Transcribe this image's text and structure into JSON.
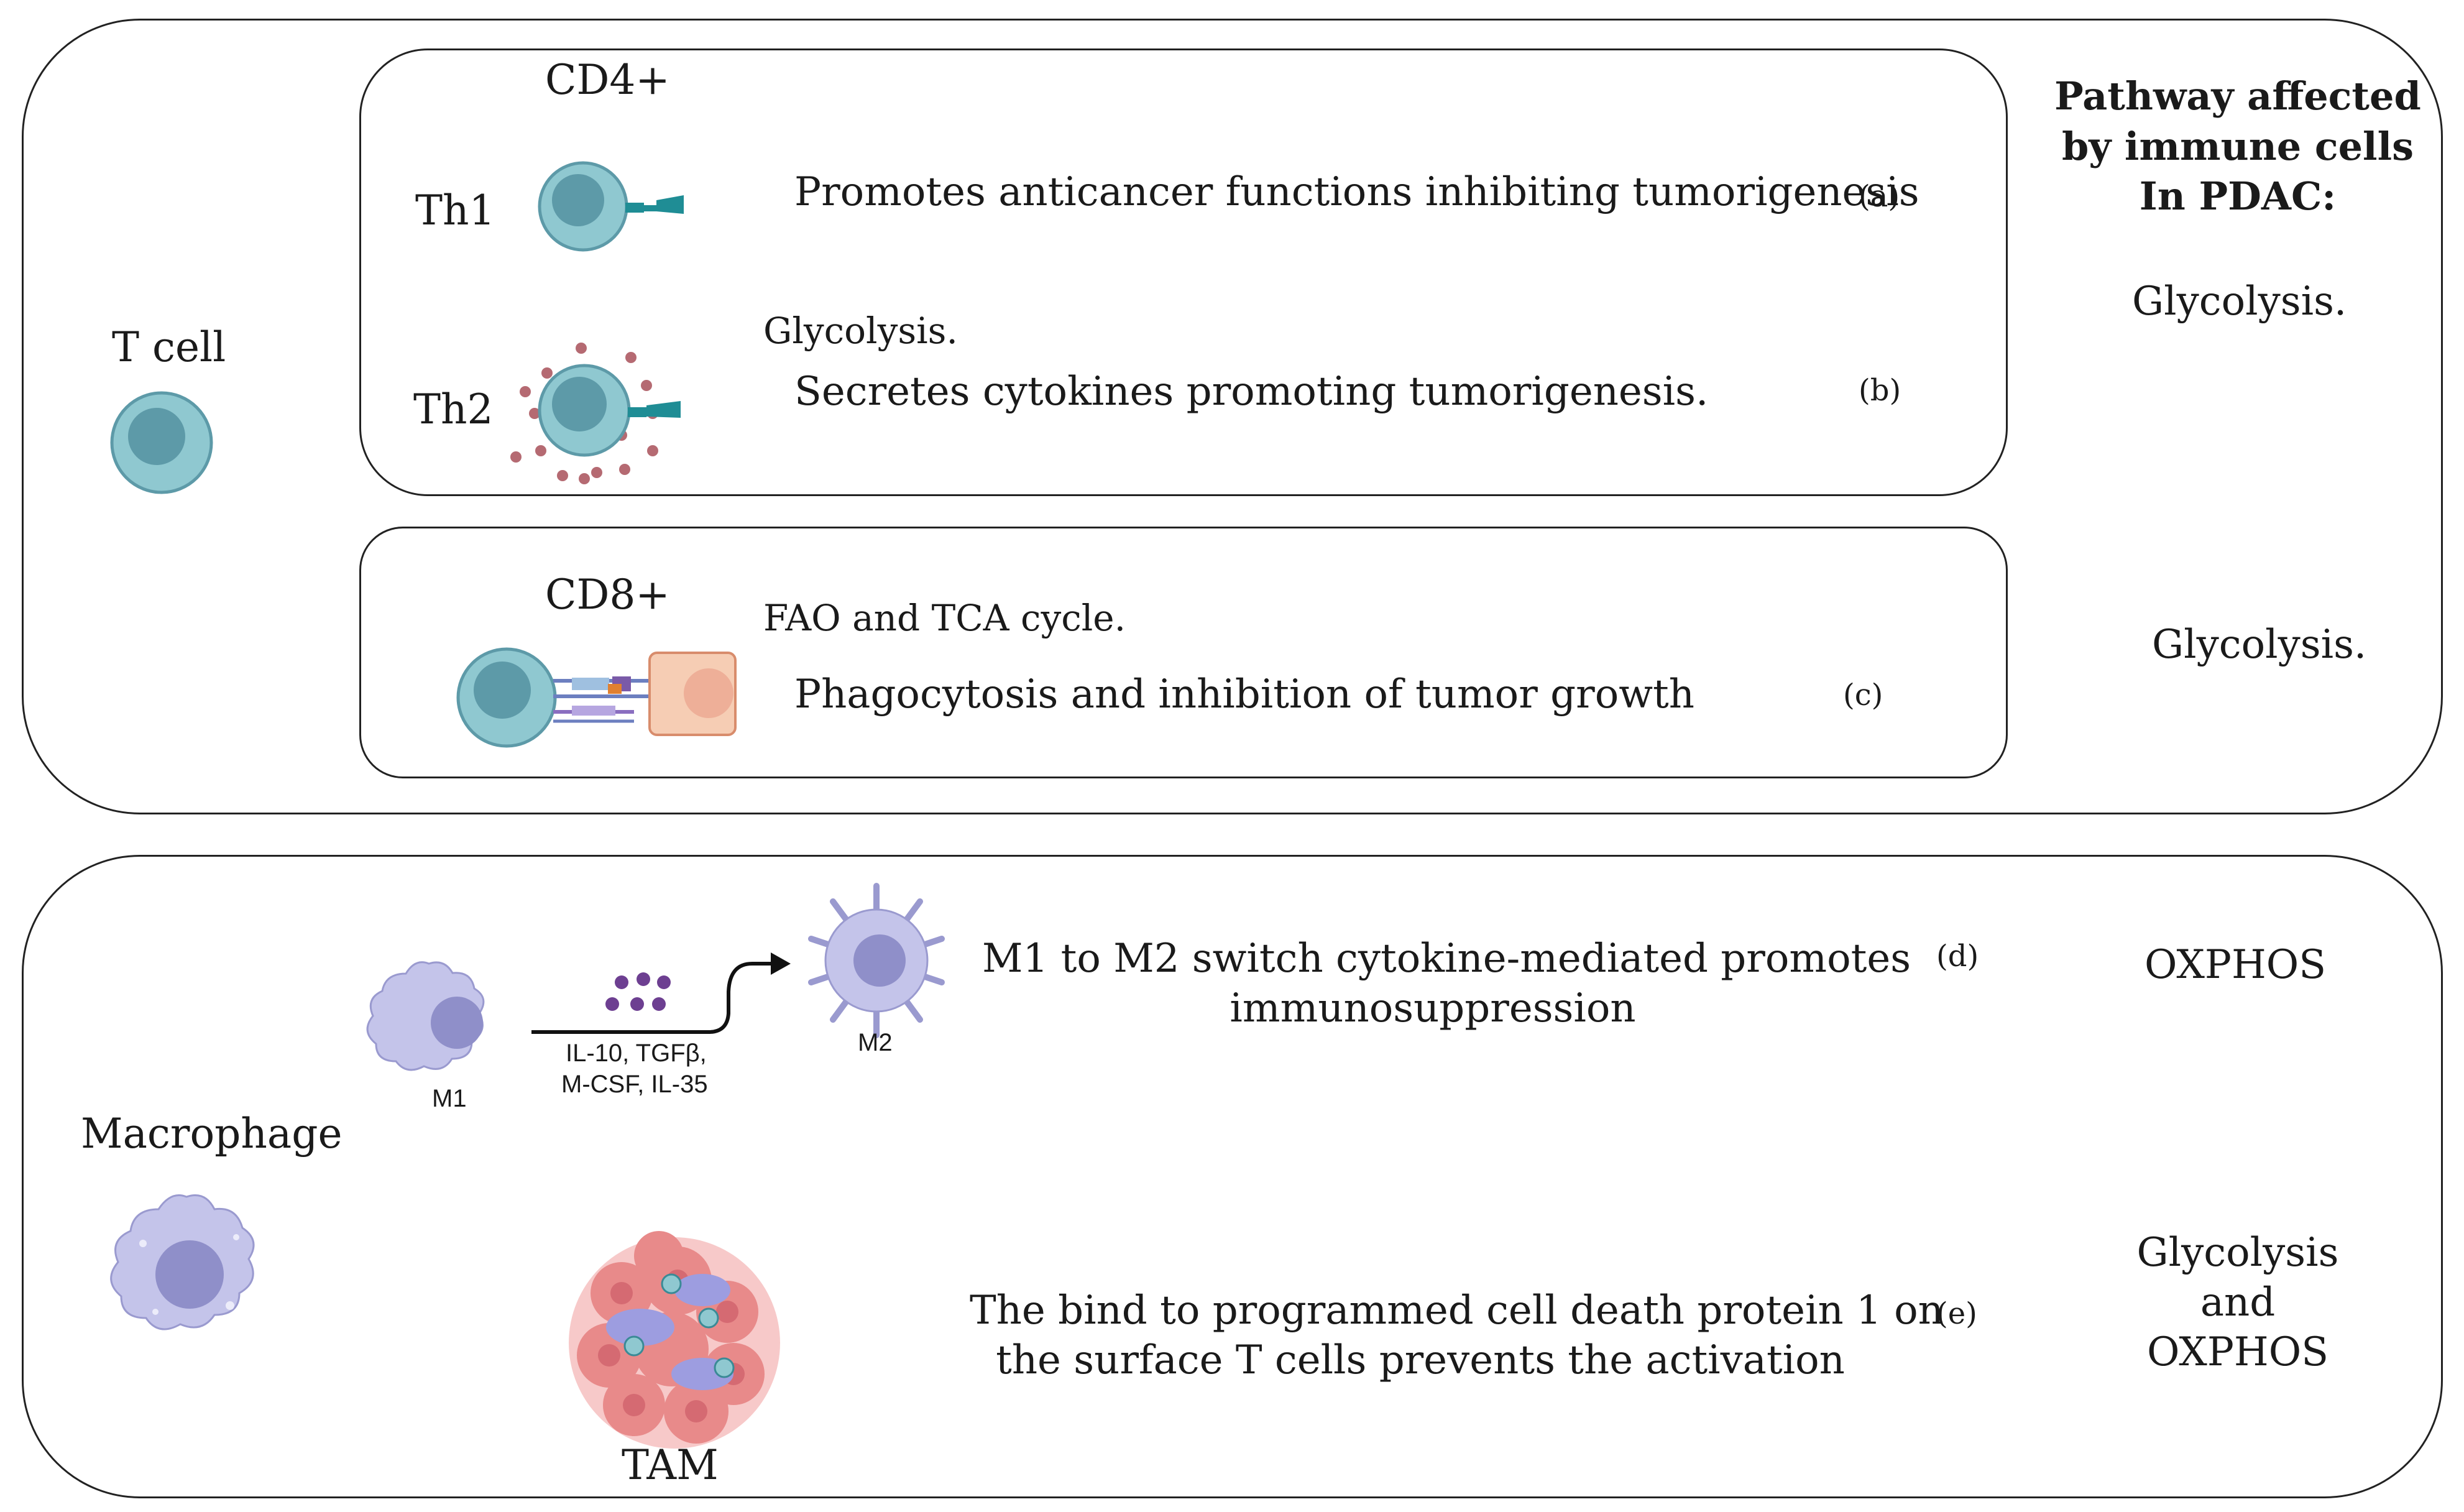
{
  "header": {
    "line1": "Pathway affected",
    "line2": "by immune cells",
    "line3": "In PDAC:"
  },
  "tcell_panel": {
    "cell_label": "T cell",
    "cd4": {
      "title": "CD4+",
      "th1": {
        "label": "Th1",
        "description": "Promotes anticancer functions inhibiting tumorigenesis",
        "tag": "(a)"
      },
      "th2": {
        "label": "Th2",
        "pathway_note": "Glycolysis.",
        "description": "Secretes cytokines promoting tumorigenesis.",
        "tag": "(b)"
      },
      "pathway": "Glycolysis."
    },
    "cd8": {
      "title": "CD8+",
      "pathway_note": "FAO and TCA cycle.",
      "description": "Phagocytosis and inhibition of tumor growth",
      "tag": "(c)",
      "pathway": "Glycolysis."
    }
  },
  "macrophage_panel": {
    "cell_label": "Macrophage",
    "switch": {
      "m1_label": "M1",
      "m2_label": "M2",
      "cytokines_line1": "IL-10, TGFβ,",
      "cytokines_line2": "M-CSF, IL-35",
      "description_line1": "M1 to M2 switch cytokine-mediated promotes",
      "description_line2": "immunosuppression",
      "tag": "(d)",
      "pathway": "OXPHOS"
    },
    "tam": {
      "label": "TAM",
      "description_line1": "The bind to programmed cell death protein 1 on",
      "description_line2": "the surface T cells prevents the activation",
      "tag": "(e)",
      "pathway_line1": "Glycolysis",
      "pathway_line2": "and",
      "pathway_line3": "OXPHOS"
    }
  },
  "colors": {
    "tcell_fill": "#8fc8d0",
    "tcell_nucleus": "#5d9aa8",
    "macrophage_fill": "#c4c4ea",
    "macrophage_nucleus": "#8f8fc9",
    "cytokine_red": "#b56a72",
    "cytokine_purple": "#6d3f91",
    "tumor_cell": "#f6cdb4",
    "tam_red": "#e88a8a"
  }
}
